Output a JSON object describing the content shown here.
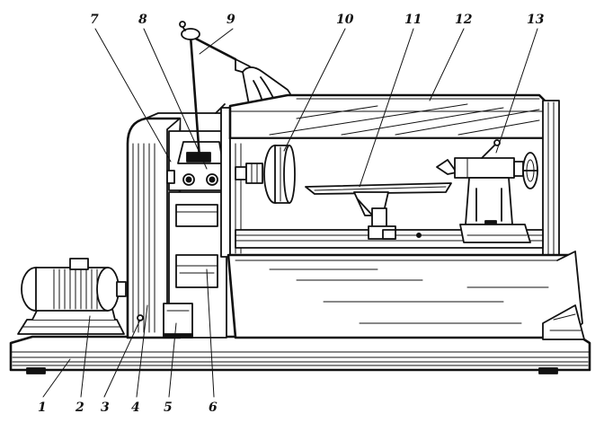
{
  "callouts": [
    {
      "id": "1"
    },
    {
      "id": "2"
    },
    {
      "id": "3"
    },
    {
      "id": "4"
    },
    {
      "id": "5"
    },
    {
      "id": "6"
    },
    {
      "id": "7"
    },
    {
      "id": "8"
    },
    {
      "id": "9"
    },
    {
      "id": "10"
    },
    {
      "id": "11"
    },
    {
      "id": "12"
    },
    {
      "id": "13"
    }
  ]
}
